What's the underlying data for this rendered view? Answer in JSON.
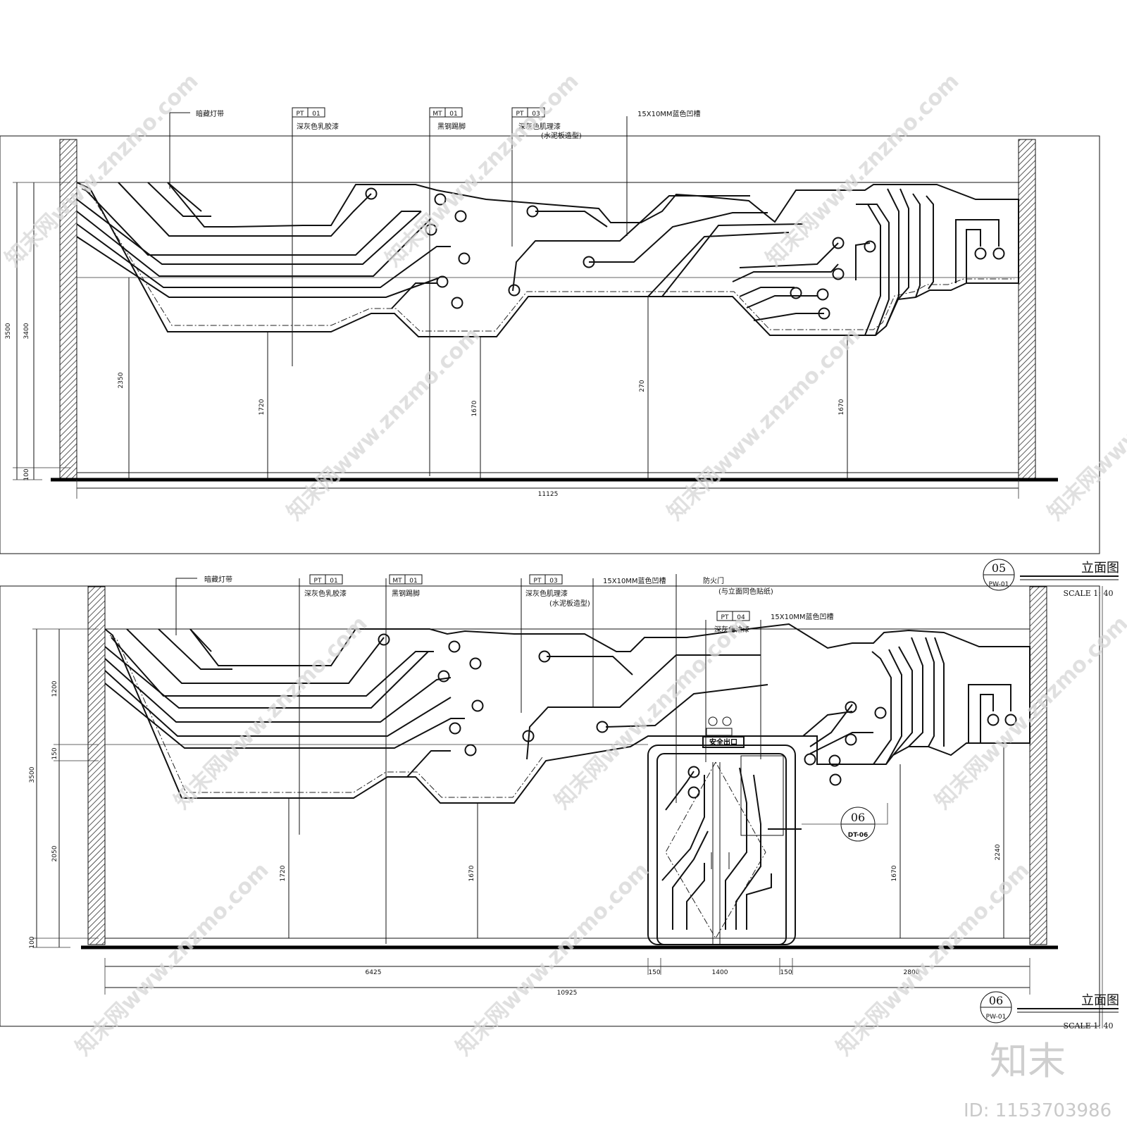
{
  "watermark": {
    "text": "知末网www.znzmo.com",
    "logo": "知末",
    "id": "ID: 1153703986"
  },
  "elevation_05": {
    "labels": {
      "hidden_light": "暗藏灯带",
      "pt01_code": "PT",
      "pt01_num": "01",
      "pt01_desc": "深灰色乳胶漆",
      "mt01_code": "MT",
      "mt01_num": "01",
      "mt01_desc": "黑钢踢脚",
      "pt03_code": "PT",
      "pt03_num": "03",
      "pt03_desc": "深灰色肌理漆",
      "pt03_sub": "(水泥板造型)",
      "groove": "15X10MM蓝色凹槽"
    },
    "dims": {
      "h_total_a": "3500",
      "h_total_b": "3400",
      "h_2350": "2350",
      "h_100": "100",
      "d_1720": "1720",
      "d_1670_a": "1670",
      "d_270": "270",
      "d_1670_b": "1670",
      "width": "11125"
    },
    "title": {
      "number": "05",
      "sheet": "PW-01",
      "name": "立面图",
      "scale": "SCALE  1: 40"
    }
  },
  "elevation_06": {
    "labels": {
      "hidden_light": "暗藏灯带",
      "pt01_code": "PT",
      "pt01_num": "01",
      "pt01_desc": "深灰色乳胶漆",
      "mt01_code": "MT",
      "mt01_num": "01",
      "mt01_desc": "黑钢踢脚",
      "pt03_code": "PT",
      "pt03_num": "03",
      "pt03_desc": "深灰色肌理漆",
      "pt03_sub": "(水泥板造型)",
      "groove": "15X10MM蓝色凹槽",
      "fire_door": "防火门",
      "fire_door_sub": "(与立面同色贴纸)",
      "pt04_code": "PT",
      "pt04_num": "04",
      "pt04_desc": "深灰色油漆",
      "groove2": "15X10MM蓝色凹槽",
      "exit_sign": "安全出口"
    },
    "dims": {
      "h_total": "3500",
      "h_1200": "1200",
      "h_150": "150",
      "h_2050": "2050",
      "h_100": "100",
      "d_1720": "1720",
      "d_1670_a": "1670",
      "d_1670_b": "1670",
      "d_2240": "2240",
      "w_6425": "6425",
      "w_150_a": "150",
      "w_1400": "1400",
      "w_150_b": "150",
      "w_2800": "2800",
      "width": "10925"
    },
    "detail": {
      "number": "06",
      "sheet": "DT-06"
    },
    "title": {
      "number": "06",
      "sheet": "PW-01",
      "name": "立面图",
      "scale": "SCALE  1: 40"
    }
  }
}
